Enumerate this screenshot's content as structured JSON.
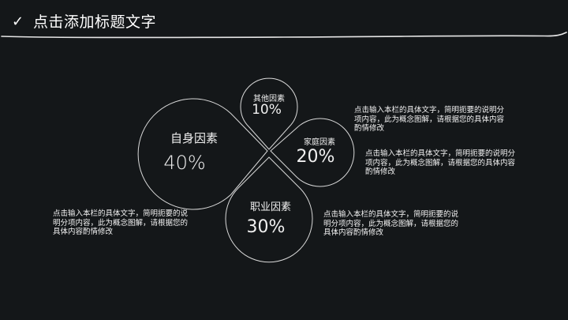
{
  "header": {
    "check_icon": "✓",
    "title": "点击添加标题文字"
  },
  "diagram": {
    "line_color": "#d9d9d9",
    "background": "#141719",
    "items": [
      {
        "name": "自身因素",
        "percent": "40%"
      },
      {
        "name": "其他因素",
        "percent": "10%"
      },
      {
        "name": "家庭因素",
        "percent": "20%"
      },
      {
        "name": "职业因素",
        "percent": "30%"
      }
    ]
  },
  "descriptions": {
    "top_right": "点击输入本栏的具体文字，简明扼要的说明分项内容，此为概念图解，请根据您的具体内容酌情修改",
    "middle_right": "点击输入本栏的具体文字，简明扼要的说明分项内容，此为概念图解，请根据您的具体内容酌情修改",
    "bottom_right": "点击输入本栏的具体文字，简明扼要的说明分项内容，此为概念图解，请根据您的具体内容酌情修改",
    "bottom_left": "点击输入本栏的具体文字，简明扼要的说明分项内容，此为概念图解，请根据您的具体内容酌情修改"
  }
}
